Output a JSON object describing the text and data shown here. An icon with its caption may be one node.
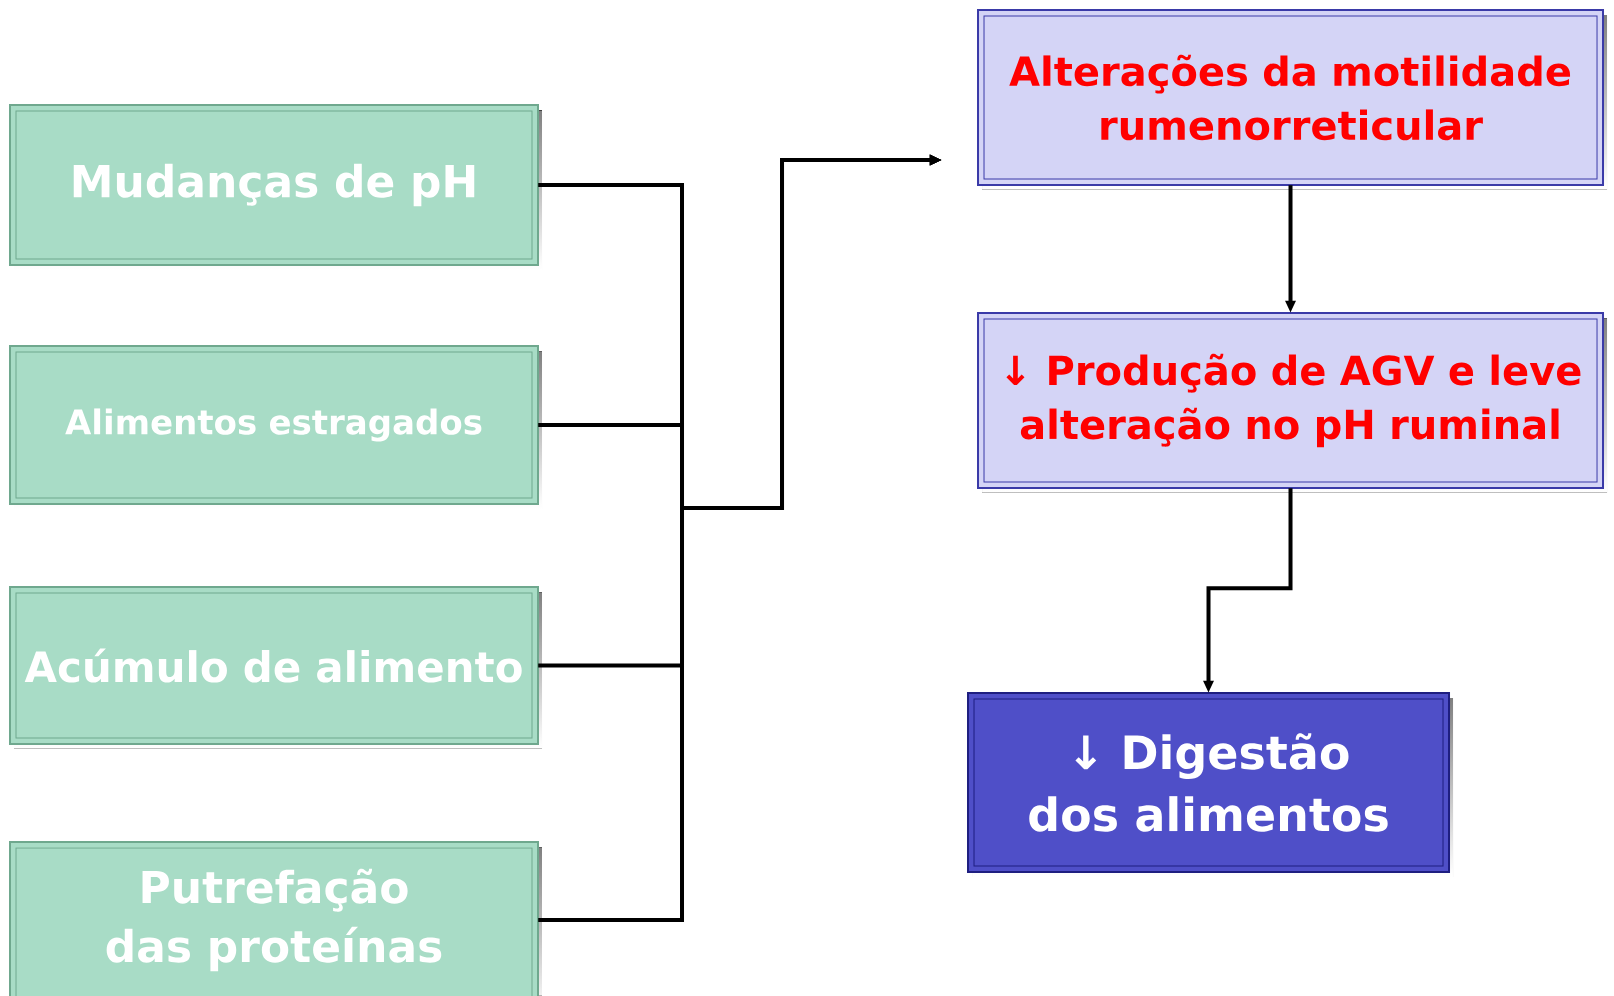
{
  "diagram": {
    "nodes": [
      {
        "text": [
          "Mudanças de pH"
        ]
      },
      {
        "text": [
          "Alimentos estragados"
        ]
      },
      {
        "text": [
          "Acúmulo de alimento"
        ]
      },
      {
        "text": [
          "Putrefação das proteínas"
        ]
      },
      {
        "text": [
          "Alterações da motilidade rumenorreticular"
        ]
      },
      {
        "text": [
          "↓ Produção de AGV e leve alteração no pH ruminal"
        ]
      },
      {
        "text": [
          "↓ Digestão dos alimentos"
        ]
      }
    ],
    "edges": [
      {
        "from": 0,
        "to": 4,
        "arrow": "to"
      },
      {
        "from": 1,
        "to": 4,
        "arrow": "to"
      },
      {
        "from": 2,
        "to": 4,
        "arrow": "to"
      },
      {
        "from": 3,
        "to": 4,
        "arrow": "to"
      },
      {
        "from": 4,
        "to": 5,
        "arrow": "to"
      },
      {
        "from": 5,
        "to": 6,
        "arrow": "to"
      }
    ]
  }
}
